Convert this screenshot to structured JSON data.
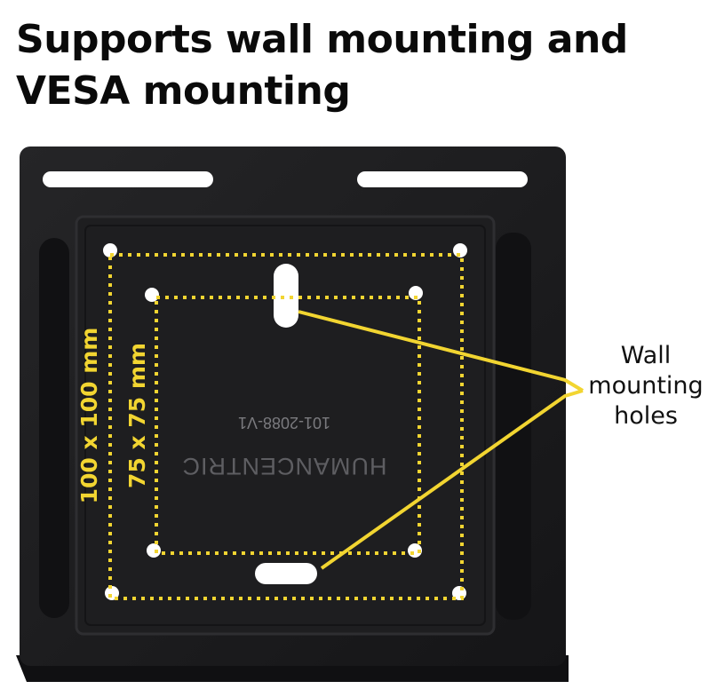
{
  "headline": {
    "line1": "Supports wall mounting and",
    "line2": "VESA mounting"
  },
  "plate": {
    "part_number": "101-2088-V1",
    "brand": "HUMANCENTRIC"
  },
  "vesa": {
    "outer_label": "100 x 100 mm",
    "inner_label": "75 x 75 mm",
    "outline_color": "#f2d531"
  },
  "callout": {
    "line1": "Wall",
    "line2": "mounting",
    "line3": "holes",
    "line_color": "#f2d531"
  },
  "colors": {
    "plate": "#1b1b1d",
    "hole": "#ffffff"
  }
}
